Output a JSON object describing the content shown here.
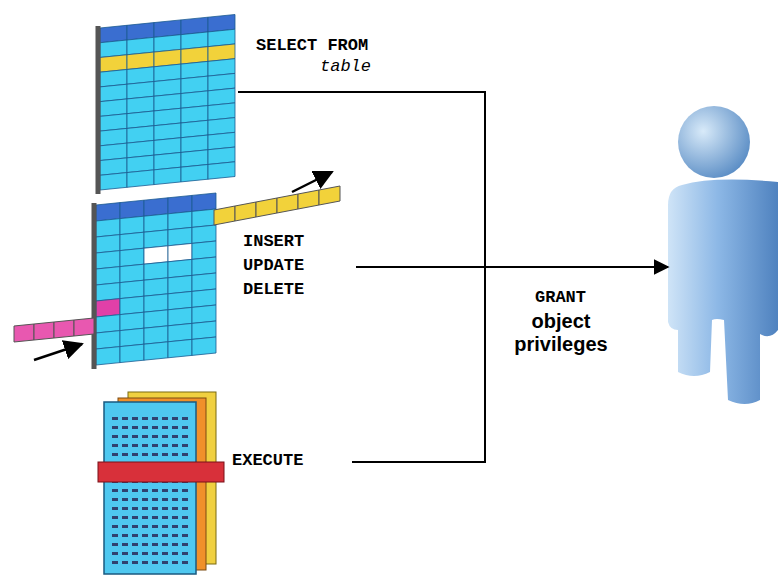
{
  "diagram": {
    "labels": [
      "SELECT FROM",
      "table",
      "INSERT UPDATE DELETE",
      "EXECUTE",
      "GRANT",
      "object privileges"
    ]
  }
}
